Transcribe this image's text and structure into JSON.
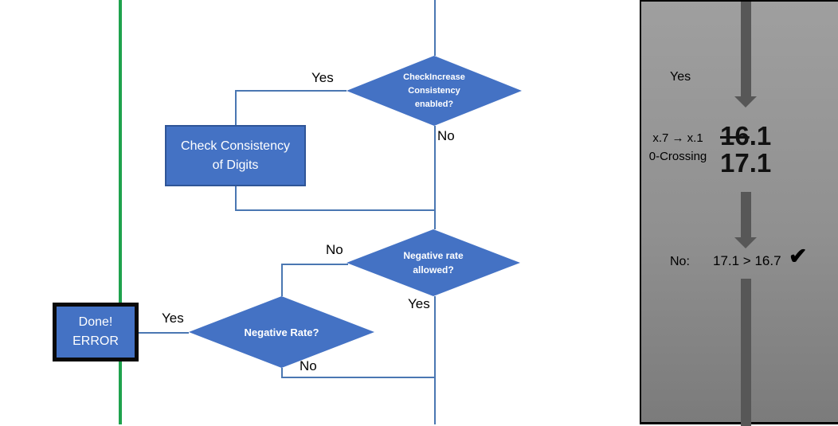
{
  "flowchart": {
    "diamond_check_increase": {
      "line1": "CheckIncrease",
      "line2": "Consistency",
      "line3": "enabled?"
    },
    "process_check_consistency": {
      "line1": "Check Consistency",
      "line2": "of Digits"
    },
    "diamond_negative_rate_allowed": {
      "line1": "Negative rate",
      "line2": "allowed?"
    },
    "diamond_negative_rate": {
      "line1": "Negative Rate?"
    },
    "terminator_done": {
      "line1": "Done!",
      "line2": "ERROR"
    },
    "labels": {
      "yes_top": "Yes",
      "no_top": "No",
      "no_mid": "No",
      "yes_mid": "Yes",
      "yes_bottom": "Yes",
      "no_bottom": "No"
    }
  },
  "panel": {
    "yes_label": "Yes",
    "annotation_line1": "x.7 → x.1",
    "annotation_line2": "0-Crossing",
    "old_value_struck": "16",
    "old_value_rest": ".1",
    "new_value": "17.1",
    "result_label": "No:",
    "result_comparison": "17.1 > 16.7",
    "checkmark": "✔"
  },
  "colors": {
    "shape_fill": "#4472c4",
    "shape_border": "#2f5597",
    "connector": "#4a77b2",
    "green_line": "#1fa24d",
    "arrow_gray": "#575757",
    "panel_gradient_top": "#9f9f9f",
    "panel_gradient_bottom": "#7b7b7b",
    "done_border": "#0a0a0a"
  }
}
